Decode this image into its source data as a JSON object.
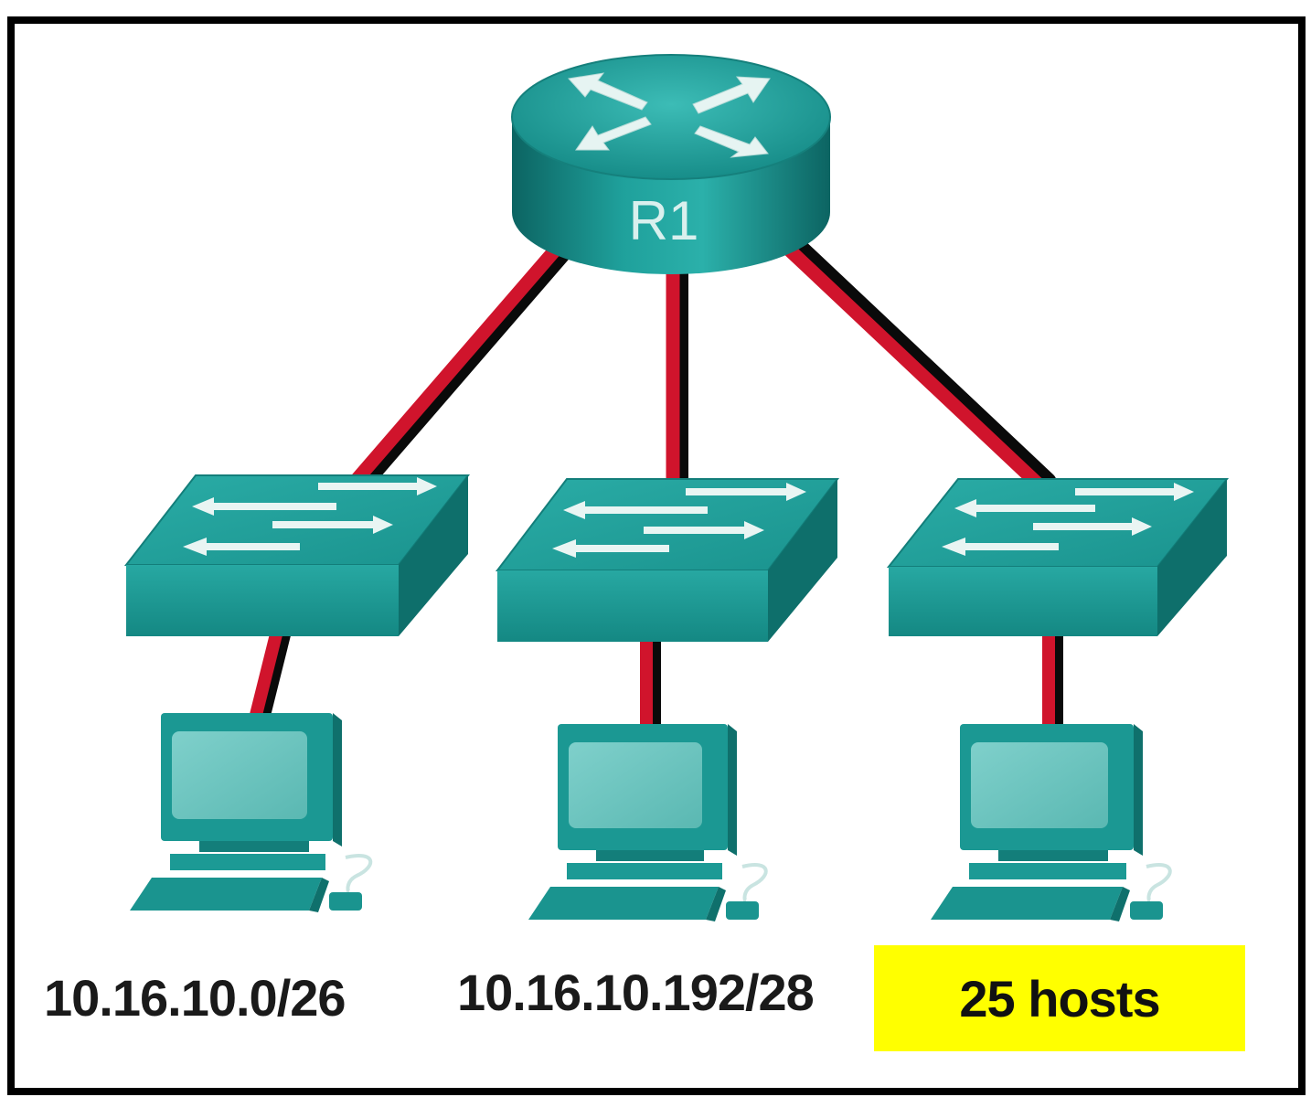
{
  "colors": {
    "device": "#1e9a96",
    "device_dark": "#0d6e6c",
    "device_light": "#4cc3bd",
    "link": "#d0142c",
    "highlight": "#ffff00"
  },
  "router": {
    "label": "R1",
    "icon": "router-icon"
  },
  "switches": [
    {
      "icon": "switch-icon"
    },
    {
      "icon": "switch-icon"
    },
    {
      "icon": "switch-icon"
    }
  ],
  "hosts": [
    {
      "icon": "pc-icon",
      "label": "10.16.10.0/26"
    },
    {
      "icon": "pc-icon",
      "label": "10.16.10.192/28"
    },
    {
      "icon": "pc-icon",
      "label": "25 hosts"
    }
  ]
}
